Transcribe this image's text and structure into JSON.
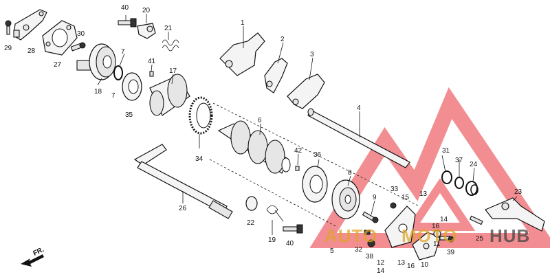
{
  "diagram": {
    "callouts": [
      {
        "id": "c1",
        "label": "1"
      },
      {
        "id": "c2",
        "label": "2"
      },
      {
        "id": "c3",
        "label": "3"
      },
      {
        "id": "c4",
        "label": "4"
      },
      {
        "id": "c5",
        "label": "5"
      },
      {
        "id": "c6",
        "label": "6"
      },
      {
        "id": "c7a",
        "label": "7"
      },
      {
        "id": "c7b",
        "label": "7"
      },
      {
        "id": "c8",
        "label": "8"
      },
      {
        "id": "c9",
        "label": "9"
      },
      {
        "id": "c10",
        "label": "10"
      },
      {
        "id": "c11",
        "label": "11"
      },
      {
        "id": "c12",
        "label": "12"
      },
      {
        "id": "c13a",
        "label": "13"
      },
      {
        "id": "c13b",
        "label": "13"
      },
      {
        "id": "c14a",
        "label": "14"
      },
      {
        "id": "c14b",
        "label": "14"
      },
      {
        "id": "c15",
        "label": "15"
      },
      {
        "id": "c16a",
        "label": "16"
      },
      {
        "id": "c16b",
        "label": "16"
      },
      {
        "id": "c17",
        "label": "17"
      },
      {
        "id": "c18",
        "label": "18"
      },
      {
        "id": "c19",
        "label": "19"
      },
      {
        "id": "c20",
        "label": "20"
      },
      {
        "id": "c21",
        "label": "21"
      },
      {
        "id": "c22",
        "label": "22"
      },
      {
        "id": "c23",
        "label": "23"
      },
      {
        "id": "c24",
        "label": "24"
      },
      {
        "id": "c25",
        "label": "25"
      },
      {
        "id": "c26",
        "label": "26"
      },
      {
        "id": "c27",
        "label": "27"
      },
      {
        "id": "c28",
        "label": "28"
      },
      {
        "id": "c29",
        "label": "29"
      },
      {
        "id": "c30",
        "label": "30"
      },
      {
        "id": "c31",
        "label": "31"
      },
      {
        "id": "c32",
        "label": "32"
      },
      {
        "id": "c33",
        "label": "33"
      },
      {
        "id": "c34",
        "label": "34"
      },
      {
        "id": "c35",
        "label": "35"
      },
      {
        "id": "c36",
        "label": "36"
      },
      {
        "id": "c37",
        "label": "37"
      },
      {
        "id": "c38",
        "label": "38"
      },
      {
        "id": "c39",
        "label": "39"
      },
      {
        "id": "c40a",
        "label": "40"
      },
      {
        "id": "c40b",
        "label": "40"
      },
      {
        "id": "c41",
        "label": "41"
      },
      {
        "id": "c42",
        "label": "42"
      }
    ],
    "front_marker": "FR.",
    "watermark": {
      "brand_a": "AUTO",
      "brand_b": "MOTO",
      "brand_c": "HUB",
      "color": "#e8323a",
      "gold": "#e0a428"
    }
  }
}
